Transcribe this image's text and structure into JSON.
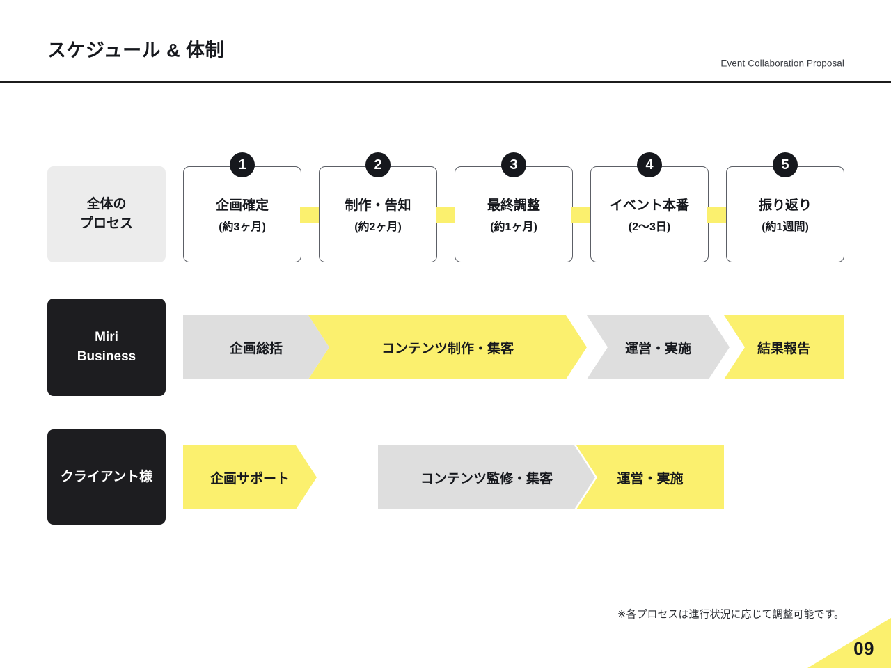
{
  "header": {
    "title": "スケジュール & 体制",
    "subtitle": "Event Collaboration Proposal"
  },
  "rows": {
    "process": {
      "label": "全体の\nプロセス",
      "steps": [
        {
          "badge": "1",
          "title": "企画確定",
          "duration": "(約3ヶ月)"
        },
        {
          "badge": "2",
          "title": "制作・告知",
          "duration": "(約2ヶ月)"
        },
        {
          "badge": "3",
          "title": "最終調整",
          "duration": "(約1ヶ月)"
        },
        {
          "badge": "4",
          "title": "イベント本番",
          "duration": "(2〜3日)"
        },
        {
          "badge": "5",
          "title": "振り返り",
          "duration": "(約1週間)"
        }
      ]
    },
    "miri": {
      "label": "Miri\nBusiness",
      "phases": [
        {
          "text": "企画総括",
          "color": "grey"
        },
        {
          "text": "コンテンツ制作・集客",
          "color": "yellow"
        },
        {
          "text": "運営・実施",
          "color": "grey"
        },
        {
          "text": "結果報告",
          "color": "yellow"
        }
      ]
    },
    "client": {
      "label": "クライアント様",
      "phases": [
        {
          "text": "企画サポート",
          "color": "yellow"
        },
        {
          "text": "コンテンツ監修・集客",
          "color": "grey"
        },
        {
          "text": "運営・実施",
          "color": "yellow"
        }
      ]
    }
  },
  "footnote": "※各プロセスは進行状況に応じて調整可能です。",
  "page_number": "09",
  "colors": {
    "accent_yellow": "#FBF06E",
    "neutral_grey": "#DEDEDE",
    "label_grey": "#ECECEC",
    "dark": "#1D1D20"
  }
}
